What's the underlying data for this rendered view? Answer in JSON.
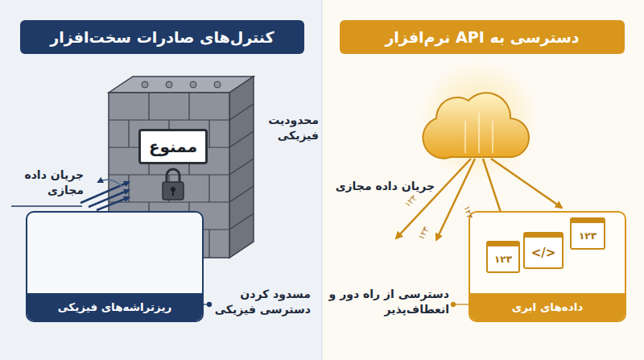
{
  "diagram": {
    "nodes": [
      {
        "text": [
          "کنترل‌های صادرات سخت‌افزار"
        ]
      },
      {
        "text": [
          "دسترسی به API نرم‌افزار"
        ]
      },
      {
        "text": [
          "ممنوع"
        ]
      },
      {
        "text": [
          "ریزتراشه‌های فیزیکی"
        ]
      },
      {
        "text": [
          "داده‌های ابری"
        ]
      },
      {
        "text": [
          "۱۲۳"
        ],
        "in": 4
      },
      {
        "text": [
          "</>"
        ],
        "in": 4
      },
      {
        "text": [
          "۱۲۳"
        ],
        "in": 4
      }
    ],
    "labels": [
      "محدودیت فیزیکی",
      "جریان داده مجازی",
      "مسدود کردن دسترسی فیزیکی",
      "جریان داده مجازی",
      "۱۲۳",
      "۱۲۳",
      "۱۲۳",
      "دسترسی از راه دور و انعطاف‌پذیر"
    ]
  }
}
